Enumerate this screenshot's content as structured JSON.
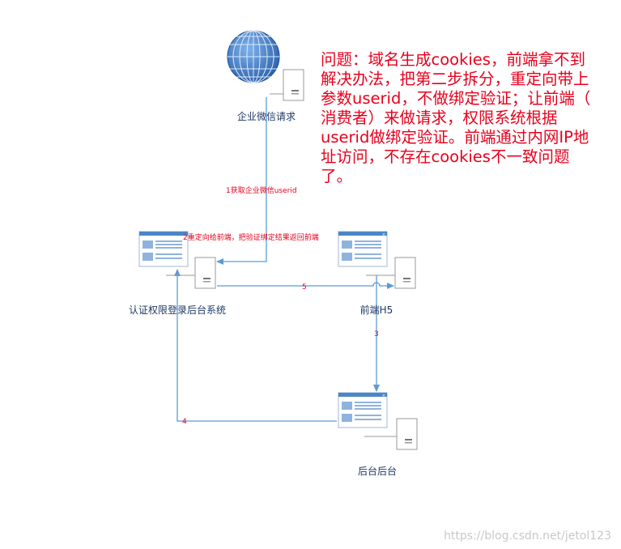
{
  "nodes": {
    "wechat": "企业微信请求",
    "auth": "认证权限登录后台系统",
    "frontend": "前端H5",
    "backend": "后台后台"
  },
  "edges": {
    "e1": "1获取企业微信userid",
    "e2": "2重定向给前端，把验证绑定结果返回前端",
    "e3": "3",
    "e4": "4",
    "e5": "5"
  },
  "note": {
    "lines": [
      "问题：域名生成cookies，前端拿不到",
      "解决办法，把第二步拆分，重定向带上",
      "参数userid，不做绑定验证；让前端（",
      "消费者）来做请求，权限系统根据",
      "userid做绑定验证。前端通过内网IP地",
      "址访问，不存在cookies不一致问题",
      "了。"
    ]
  },
  "watermark": "https://blog.csdn.net/jetol123",
  "colors": {
    "connector": "#5b9bd5",
    "label_red": "#e8001c",
    "node_label": "#1f3864",
    "window_title": "#4a86c8",
    "globe": "#2e6db4"
  }
}
